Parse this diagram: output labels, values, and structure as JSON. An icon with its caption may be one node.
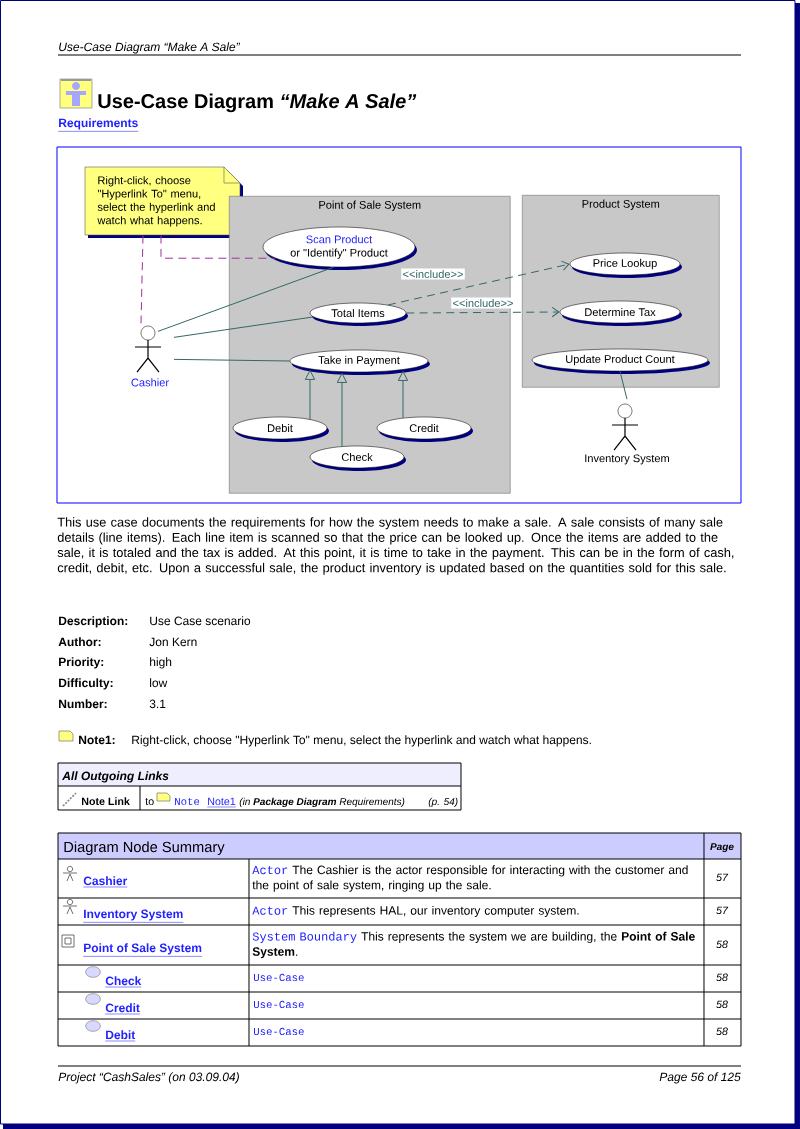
{
  "diagram": {
    "title": "Use-Case Diagram *“Make A Sale”*",
    "nodes": [
      {
        "text": [
          "Right-click, choose \"Hyperlink To\" menu, select the hyperlink and watch what happens."
        ]
      },
      {
        "text": [
          "Point of Sale System"
        ]
      },
      {
        "text": [
          "Scan Product",
          "or \"Identify\" Product"
        ],
        "in": 1
      },
      {
        "text": [
          "Total Items"
        ],
        "in": 1
      },
      {
        "text": [
          "Take in Payment"
        ],
        "in": 1
      },
      {
        "text": [
          "Debit"
        ],
        "in": 1
      },
      {
        "text": [
          "Credit"
        ],
        "in": 1
      },
      {
        "text": [
          "Check"
        ],
        "in": 1
      },
      {
        "text": [
          "Product System"
        ]
      },
      {
        "text": [
          "Price Lookup"
        ],
        "in": 8
      },
      {
        "text": [
          "Determine Tax"
        ],
        "in": 8
      },
      {
        "text": [
          "Update Product Count"
        ],
        "in": 8
      },
      {
        "text": [
          "Cashier"
        ]
      },
      {
        "text": [
          "Inventory System"
        ]
      }
    ],
    "edges": [
      {
        "from": 0,
        "to": 12,
        "arrow": "none",
        "style": "dashed",
        "color": "#993399"
      },
      {
        "from": 0,
        "to": 2,
        "arrow": "none",
        "style": "dashed",
        "color": "#993399"
      },
      {
        "from": 12,
        "to": 2,
        "arrow": "none"
      },
      {
        "from": 12,
        "to": 3,
        "arrow": "none"
      },
      {
        "from": 12,
        "to": 4,
        "arrow": "none"
      },
      {
        "from": 3,
        "to": 9,
        "arrow": "to",
        "style": "dashed",
        "label": "<<include>>"
      },
      {
        "from": 3,
        "to": 10,
        "arrow": "to",
        "style": "dashed",
        "label": "<<include>>"
      },
      {
        "from": 5,
        "to": 4,
        "arrow": "to"
      },
      {
        "from": 7,
        "to": 4,
        "arrow": "to"
      },
      {
        "from": 6,
        "to": 4,
        "arrow": "to"
      },
      {
        "from": 11,
        "to": 13,
        "arrow": "none"
      }
    ],
    "labels": [
      "Use-Case Diagram “Make A Sale”",
      "Requirements",
      "This use case documents the requirements for how the system needs to make a sale. A sale consists of many sale details (line items). Each line item is scanned so that the price can be looked up. Once the items are added to the sale, it is totaled and the tax is added. At this point, it is time to take in the payment. This can be in the form of cash, credit, debit, etc. Upon a successful sale, the product inventory is updated based on the quantities sold for this sale.",
      "Description:",
      "Use Case scenario",
      "Author:",
      "Jon Kern",
      "Priority:",
      "high",
      "Difficulty:",
      "low",
      "Number:",
      "3.1",
      "Note1:",
      "Right-click, choose \"Hyperlink To\" menu, select the hyperlink and watch what happens.",
      "All Outgoing Links",
      "Note Link",
      "to",
      "Note",
      "Note1",
      "(in **Package Diagram** Requirements)",
      "(p. 54)",
      "Diagram Node Summary",
      "Page",
      "Cashier",
      "Actor",
      "The Cashier is the actor responsible for interacting with the customer and the point of sale system, ringing up the sale.",
      "57",
      "Inventory System",
      "Actor",
      "This represents HAL, our inventory computer system.",
      "57",
      "Point of Sale System",
      "System Boundary",
      "This represents the system we are building, the **Point of Sale System**.",
      "58",
      "Check",
      "Use-Case",
      "58",
      "Credit",
      "Use-Case",
      "58",
      "Debit",
      "Use-Case",
      "58",
      "Project “CashSales” (on 03.09.04)",
      "Page 56 of 125"
    ]
  }
}
